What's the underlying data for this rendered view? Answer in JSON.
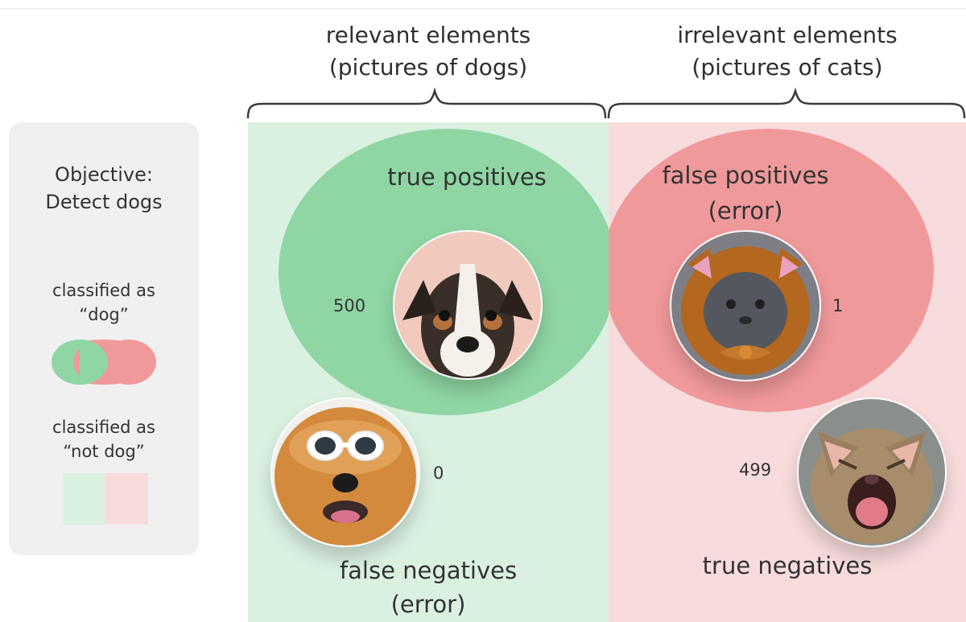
{
  "header": {
    "relevant_line1": "relevant elements",
    "relevant_line2": "(pictures of dogs)",
    "irrelevant_line1": "irrelevant elements",
    "irrelevant_line2": "(pictures of cats)"
  },
  "legend": {
    "objective_line1": "Objective:",
    "objective_line2": "Detect dogs",
    "classified_dog_line1": "classified as",
    "classified_dog_line2": "“dog”",
    "classified_notdog_line1": "classified as",
    "classified_notdog_line2": "“not dog”"
  },
  "quadrants": {
    "true_positives": {
      "label": "true positives",
      "count": "500"
    },
    "false_positives": {
      "label_line1": "false positives",
      "label_line2": "(error)",
      "count": "1"
    },
    "false_negatives": {
      "label_line1": "false negatives",
      "label_line2": "(error)",
      "count": "0"
    },
    "true_negatives": {
      "label": "true negatives",
      "count": "499"
    }
  },
  "colors": {
    "relevant_region": "#daf1e2",
    "irrelevant_region": "#f8dcdd",
    "dog_ellipse": "#8fd6a4",
    "cat_ellipse": "#f0999b",
    "legend_bg": "#f0f0f0"
  },
  "photos": [
    {
      "name": "dog-photo-true-positive",
      "subject": "dog"
    },
    {
      "name": "cat-photo-false-positive",
      "subject": "cat in costume"
    },
    {
      "name": "dog-photo-false-negative",
      "subject": "dog with sunglasses"
    },
    {
      "name": "cat-photo-true-negative",
      "subject": "cat"
    }
  ]
}
